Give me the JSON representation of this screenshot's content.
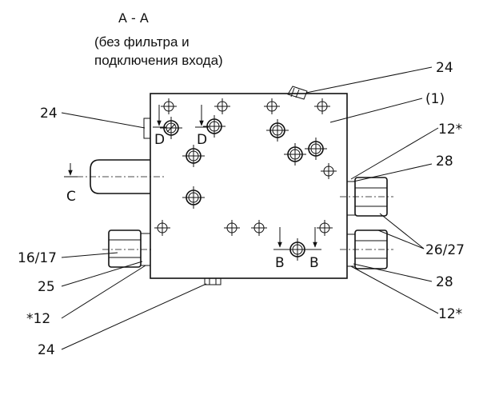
{
  "section_title": "A - A",
  "caption_line1": "(без фильтра и",
  "caption_line2": "подключения входа)",
  "callouts": {
    "top_left_24": "24",
    "top_right_24": "24",
    "body_1": "(1)",
    "right_12_star_top": "12*",
    "right_28_top": "28",
    "right_26_27": "26/27",
    "right_28_bottom": "28",
    "right_12_star_bottom": "12*",
    "left_16_17": "16/17",
    "left_25": "25",
    "left_star_12": "*12",
    "bottom_24": "24"
  },
  "section_marks": {
    "d_left": "D",
    "d_right": "D",
    "c": "C",
    "b_left": "B",
    "b_right": "B"
  }
}
